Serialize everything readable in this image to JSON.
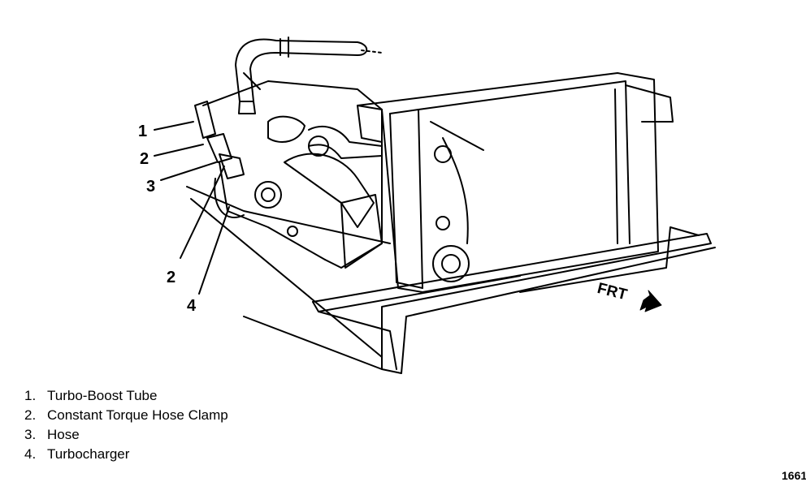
{
  "callouts": {
    "c1": "1",
    "c2_upper": "2",
    "c3": "3",
    "c2_lower": "2",
    "c4": "4"
  },
  "direction_label": "FRT",
  "legend": [
    {
      "num": "1.",
      "text": "Turbo-Boost Tube"
    },
    {
      "num": "2.",
      "text": "Constant Torque Hose Clamp"
    },
    {
      "num": "3.",
      "text": "Hose"
    },
    {
      "num": "4.",
      "text": "Turbocharger"
    }
  ],
  "figure_number": "1661",
  "icons": [
    "arrow-right-icon"
  ]
}
